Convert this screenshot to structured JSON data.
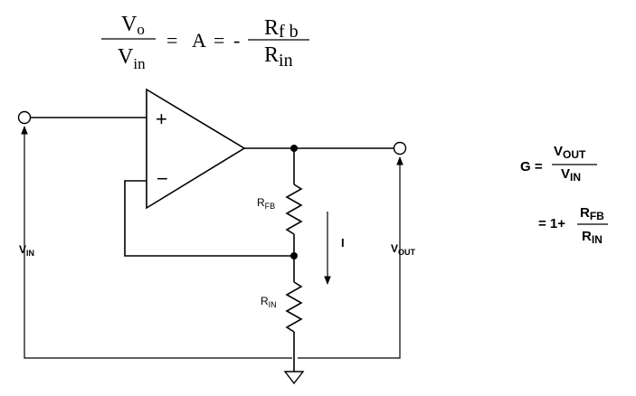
{
  "formula_top": {
    "lhs_num": "V",
    "lhs_num_sub": "o",
    "lhs_den": "V",
    "lhs_den_sub": "in",
    "eq1": "=",
    "gain_symbol": "A",
    "eq2": "=",
    "minus": "-",
    "rhs_num": "R",
    "rhs_num_sub": "f b",
    "rhs_den": "R",
    "rhs_den_sub": "in"
  },
  "circuit": {
    "plus_sign": "+",
    "minus_sign": "−",
    "rfb_label": "R",
    "rfb_sub": "FB",
    "rin_label": "R",
    "rin_sub": "IN",
    "current_label": "I",
    "vin_label": "V",
    "vin_sub": "IN",
    "vout_label": "V",
    "vout_sub": "OUT"
  },
  "formula_right": {
    "g_label": "G =",
    "num": "V",
    "num_sub": "OUT",
    "den": "V",
    "den_sub": "IN",
    "line2_prefix": "= 1+",
    "num2": "R",
    "num2_sub": "FB",
    "den2": "R",
    "den2_sub": "IN"
  }
}
